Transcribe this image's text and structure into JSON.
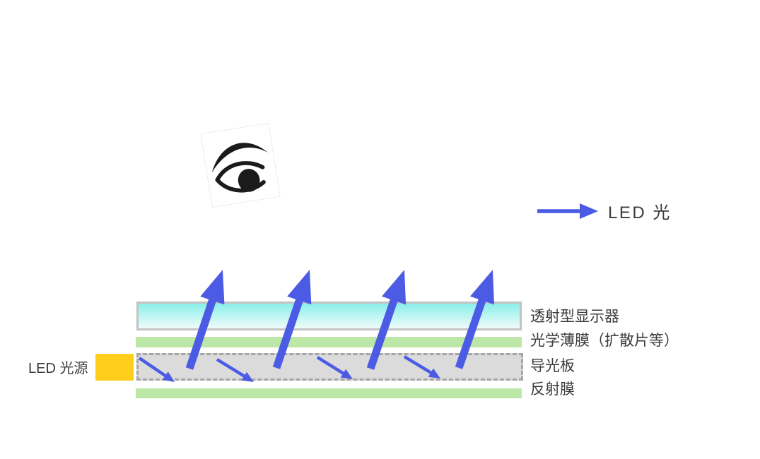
{
  "legend": {
    "label": "LED 光"
  },
  "led_source": {
    "label": "LED 光源"
  },
  "layers": [
    {
      "name": "transmissive-display",
      "label": "透射型显示器"
    },
    {
      "name": "optical-film",
      "label": "光学薄膜（扩散片等）"
    },
    {
      "name": "light-guide-plate",
      "label": "导光板"
    },
    {
      "name": "reflective-film",
      "label": "反射膜"
    }
  ],
  "icons": {
    "eye": "eye-icon",
    "arrow_right": "arrow-right-icon"
  },
  "colors": {
    "arrow_blue": "#4C5BE4",
    "led_yellow": "#FFCE1A",
    "film_green": "#BDE7A6",
    "guide_gray": "#DBDBDB",
    "guide_border_gray": "#A5A5A5",
    "display_border_gray": "#C3C3C3",
    "display_cyan_top": "#8AEFE9",
    "display_cyan_bottom": "#F0FBFB",
    "text_gray": "#3B3B3B",
    "eye_black": "#1B1B1B"
  }
}
